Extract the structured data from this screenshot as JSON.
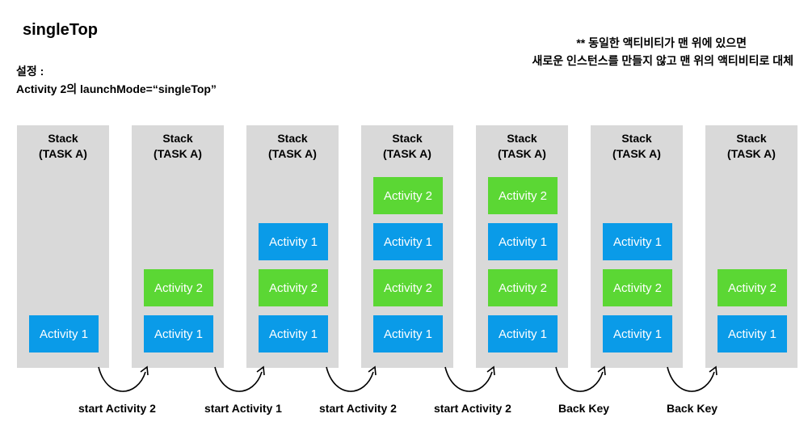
{
  "title": "singleTop",
  "setting": {
    "label": "설정 :",
    "value": "Activity 2의 launchMode=“singleTop”"
  },
  "note": {
    "line1": "** 동일한 액티비티가 맨 위에 있으면",
    "line2": "새로운 인스턴스를 만들지 않고 맨 위의 액티비티로 대체"
  },
  "stack_label": {
    "line1": "Stack",
    "line2": "(TASK A)"
  },
  "colors": {
    "stack_bg": "#d9d9d9",
    "activity_1": "#0a9be8",
    "activity_2": "#5bd734"
  },
  "stacks": [
    {
      "activities": [
        {
          "label": "Activity 1",
          "color": "blue"
        }
      ]
    },
    {
      "activities": [
        {
          "label": "Activity 2",
          "color": "green"
        },
        {
          "label": "Activity 1",
          "color": "blue"
        }
      ]
    },
    {
      "activities": [
        {
          "label": "Activity 1",
          "color": "blue"
        },
        {
          "label": "Activity 2",
          "color": "green"
        },
        {
          "label": "Activity 1",
          "color": "blue"
        }
      ]
    },
    {
      "activities": [
        {
          "label": "Activity 2",
          "color": "green"
        },
        {
          "label": "Activity 1",
          "color": "blue"
        },
        {
          "label": "Activity 2",
          "color": "green"
        },
        {
          "label": "Activity 1",
          "color": "blue"
        }
      ]
    },
    {
      "activities": [
        {
          "label": "Activity 2",
          "color": "green"
        },
        {
          "label": "Activity 1",
          "color": "blue"
        },
        {
          "label": "Activity 2",
          "color": "green"
        },
        {
          "label": "Activity 1",
          "color": "blue"
        }
      ]
    },
    {
      "activities": [
        {
          "label": "Activity 1",
          "color": "blue"
        },
        {
          "label": "Activity 2",
          "color": "green"
        },
        {
          "label": "Activity 1",
          "color": "blue"
        }
      ]
    },
    {
      "activities": [
        {
          "label": "Activity 2",
          "color": "green"
        },
        {
          "label": "Activity 1",
          "color": "blue"
        }
      ]
    }
  ],
  "transitions": [
    "start Activity 2",
    "start Activity 1",
    "start Activity 2",
    "start Activity 2",
    "Back Key",
    "Back Key"
  ]
}
